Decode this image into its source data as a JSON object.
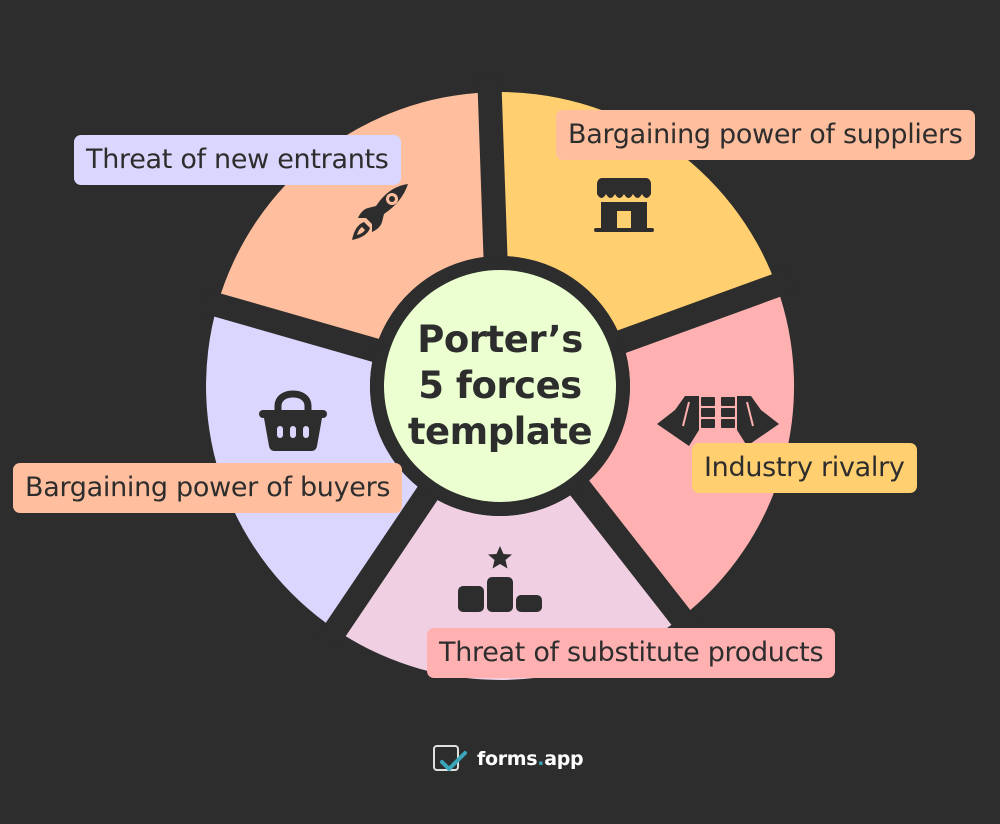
{
  "diagram": {
    "title": "Porter’s 5 forces template",
    "title_lines": [
      "Porter’s",
      "5 forces",
      "template"
    ],
    "background_color": "#2d2d2d",
    "center_color": "#ebffd0",
    "forces": [
      {
        "id": "suppliers",
        "label": "Bargaining power of suppliers",
        "icon": "store-icon",
        "segment_color": "#ffcf70",
        "label_bg": "#ffbf9e"
      },
      {
        "id": "rivalry",
        "label": "Industry rivalry",
        "icon": "brick-hands-icon",
        "segment_color": "#ffb1b1",
        "label_bg": "#ffcf70"
      },
      {
        "id": "substitutes",
        "label": "Threat of substitute products",
        "icon": "podium-star-icon",
        "segment_color": "#f0cfe3",
        "label_bg": "#ffb1b1"
      },
      {
        "id": "buyers",
        "label": "Bargaining power of buyers",
        "icon": "basket-icon",
        "segment_color": "#dbd6fd",
        "label_bg": "#ffbf9e"
      },
      {
        "id": "new_entrants",
        "label": "Threat of new entrants",
        "icon": "rocket-icon",
        "segment_color": "#ffbf9e",
        "label_bg": "#dbd6fd"
      }
    ]
  },
  "brand": {
    "name_main": "forms",
    "name_dot": ".",
    "name_tld": "app",
    "icon": "forms-app-logo-icon",
    "accent": "#3aa6b9"
  }
}
